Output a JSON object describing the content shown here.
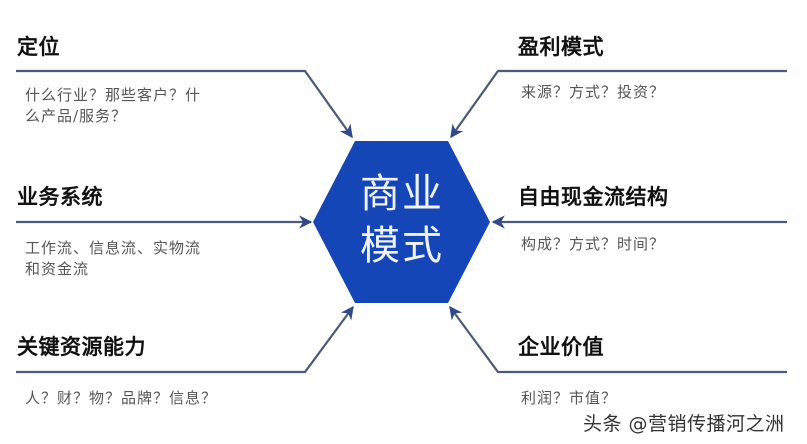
{
  "colors": {
    "hexagon_fill": "#1546B8",
    "hexagon_text": "#EEF3FF",
    "line": "#4B5A78",
    "arrow": "#2E4A8A",
    "title_text": "#111111",
    "sub_text": "#555555"
  },
  "center": {
    "line1": "商业",
    "line2": "模式",
    "shape": "hexagon"
  },
  "nodes": {
    "top_left": {
      "title": "定位",
      "desc_line1": "什么行业？那些客户？什",
      "desc_line2": "么产品/服务？"
    },
    "mid_left": {
      "title": "业务系统",
      "desc_line1": "工作流、信息流、实物流",
      "desc_line2": "和资金流"
    },
    "bottom_left": {
      "title": "关键资源能力",
      "desc_line1": "人？财？物？品牌？信息？"
    },
    "top_right": {
      "title": "盈利模式",
      "desc_line1": "来源？方式？投资？"
    },
    "mid_right": {
      "title": "自由现金流结构",
      "desc_line1": "构成？方式？时间？"
    },
    "bottom_right": {
      "title": "企业价值",
      "desc_line1": "利润？市值？"
    }
  },
  "watermark": "头条 @营销传播河之洲"
}
